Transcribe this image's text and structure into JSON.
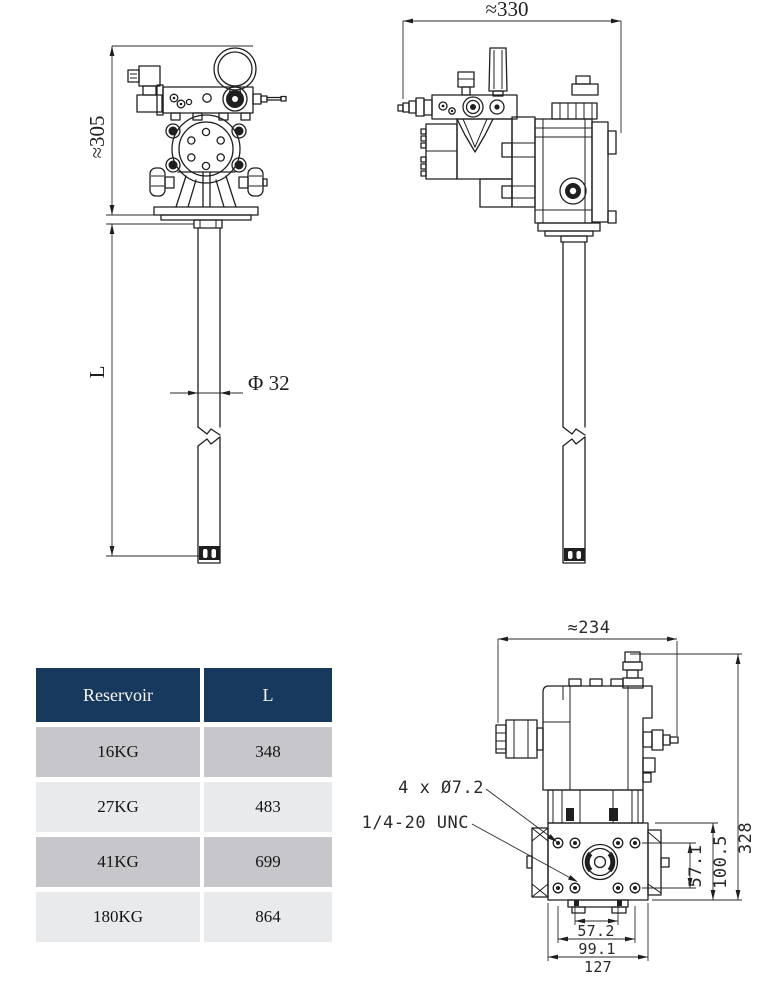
{
  "drawing": {
    "front_view": {
      "height_dim": "≈305",
      "length_dim": "L",
      "tube_dia_dim": "Φ 32"
    },
    "side_view": {
      "width_dim": "≈330"
    },
    "top_view": {
      "width_dim": "≈234",
      "overall_height_dim": "328",
      "plate_height_dim": "100.5",
      "bolt_row_dim": "57.1",
      "bolt_col_dim": "57.2",
      "mid_width_dim": "99.1",
      "plate_width_dim": "127",
      "holes_callout": "4 x Ø7.2",
      "thread_callout": "1/4-20 UNC"
    }
  },
  "table": {
    "columns": [
      "Reservoir",
      "L"
    ],
    "rows": [
      [
        "16KG",
        "348"
      ],
      [
        "27KG",
        "483"
      ],
      [
        "41KG",
        "699"
      ],
      [
        "180KG",
        "864"
      ]
    ]
  },
  "colors": {
    "header_bg": "#17395E",
    "header_text": "#F8F8F4",
    "row_dark": "#C7C7CB",
    "row_light": "#E9EAEC",
    "line": "#1F1F1F"
  }
}
